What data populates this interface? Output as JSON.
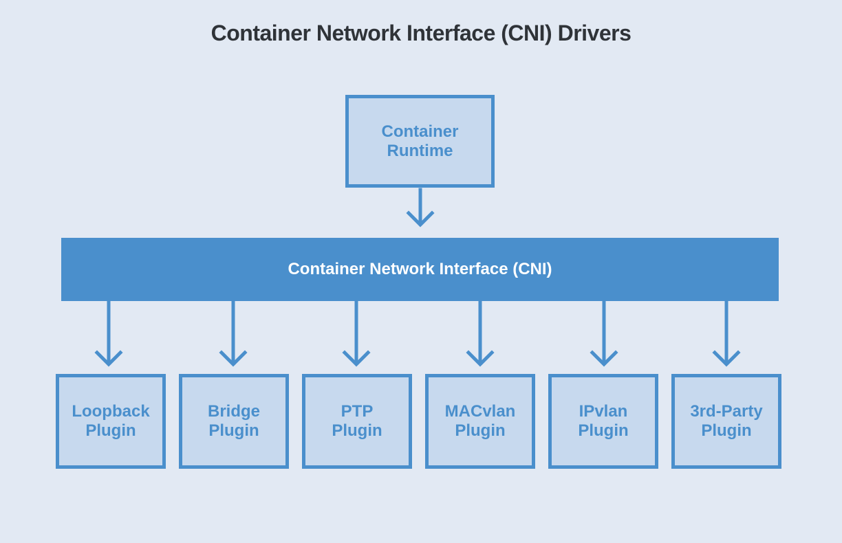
{
  "title": "Container Network Interface (CNI) Drivers",
  "runtime": {
    "line1": "Container",
    "line2": "Runtime"
  },
  "cni": {
    "label": "Container Network Interface (CNI)"
  },
  "plugins": [
    {
      "line1": "Loopback",
      "line2": "Plugin"
    },
    {
      "line1": "Bridge",
      "line2": "Plugin"
    },
    {
      "line1": "PTP",
      "line2": "Plugin"
    },
    {
      "line1": "MACvlan",
      "line2": "Plugin"
    },
    {
      "line1": "IPvlan",
      "line2": "Plugin"
    },
    {
      "line1": "3rd-Party",
      "line2": "Plugin"
    }
  ],
  "colors": {
    "background": "#e2e9f3",
    "accent": "#4a8fcc",
    "box_fill": "#c7d9ee",
    "title_text": "#2f3338"
  }
}
